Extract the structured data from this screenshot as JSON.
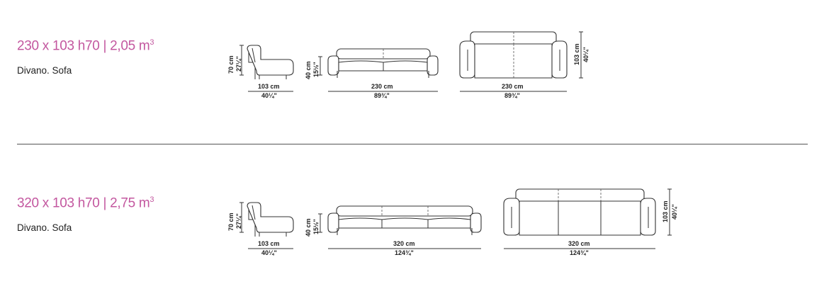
{
  "products": [
    {
      "spec_main": "230 x 103 h70 | 2,05 m",
      "spec_sup": "3",
      "description": "Divano. Sofa",
      "side_height_cm": "70 cm",
      "side_height_in": "27¼\"",
      "seat_height_cm": "40 cm",
      "seat_height_in": "15½\"",
      "depth_cm": "103 cm",
      "depth_in": "40¼\"",
      "front_width_cm": "230 cm",
      "front_width_in": "89¾\"",
      "top_width_cm": "230 cm",
      "top_width_in": "89¾\"",
      "top_depth_cm": "103 cm",
      "top_depth_in": "40¼\""
    },
    {
      "spec_main": "320 x 103 h70 | 2,75 m",
      "spec_sup": "3",
      "description": "Divano. Sofa",
      "side_height_cm": "70 cm",
      "side_height_in": "27¼\"",
      "seat_height_cm": "40 cm",
      "seat_height_in": "15½\"",
      "depth_cm": "103 cm",
      "depth_in": "40¼\"",
      "front_width_cm": "320 cm",
      "front_width_in": "124¾\"",
      "top_width_cm": "320 cm",
      "top_width_in": "124¾\"",
      "top_depth_cm": "103 cm",
      "top_depth_in": "40¼\""
    }
  ],
  "colors": {
    "spec": "#c3579f",
    "line": "#333333"
  }
}
